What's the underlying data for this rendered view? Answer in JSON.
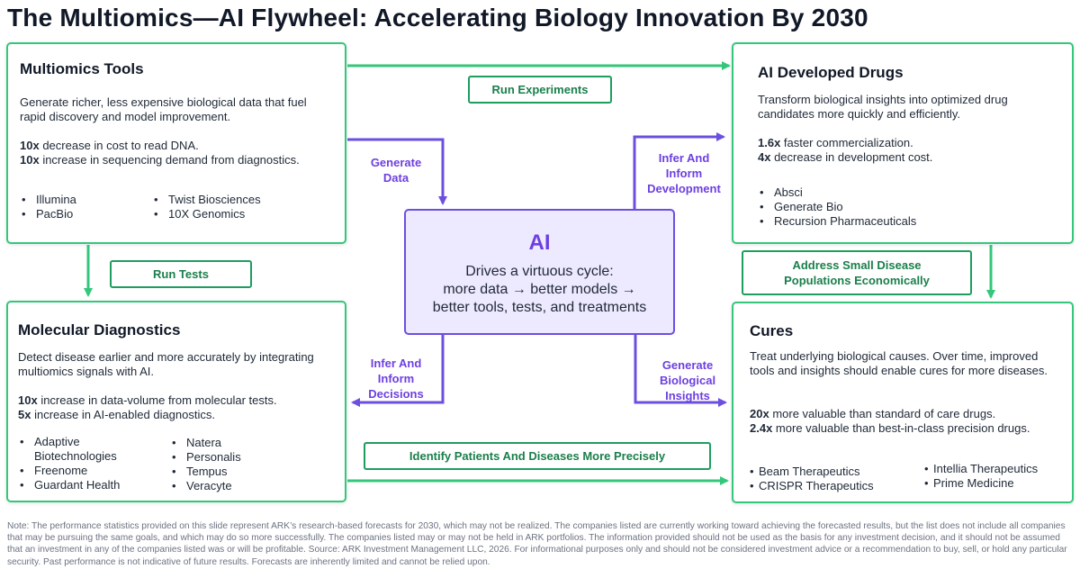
{
  "title": "The Multiomics—AI Flywheel: Accelerating Biology Innovation By 2030",
  "multiomics": {
    "heading": "Multiomics Tools",
    "desc": "Generate richer, less expensive biological data that fuel rapid discovery and model improvement.",
    "stats": [
      {
        "value": "10x",
        "text": " decrease in cost to read DNA."
      },
      {
        "value": "10x",
        "text": " increase in sequencing demand from diagnostics."
      }
    ],
    "companies_col1": [
      "Illumina",
      "PacBio"
    ],
    "companies_col2": [
      "Twist Biosciences",
      "10X Genomics"
    ]
  },
  "drugs": {
    "heading": "AI Developed Drugs",
    "desc": "Transform biological insights into optimized drug candidates more quickly and efficiently.",
    "stats": [
      {
        "value": "1.6x",
        "text": " faster commercialization."
      },
      {
        "value": "4x",
        "text": " decrease in development cost."
      }
    ],
    "companies": [
      "Absci",
      "Generate Bio",
      "Recursion Pharmaceuticals"
    ]
  },
  "diagnostics": {
    "heading": "Molecular Diagnostics",
    "desc": "Detect disease earlier and more accurately by integrating multiomics signals with AI.",
    "stats": [
      {
        "value": "10x",
        "text": " increase in data-volume from molecular tests."
      },
      {
        "value": "5x",
        "text": " increase in AI-enabled diagnostics."
      }
    ],
    "companies_col1": [
      "Adaptive Biotechnologies",
      "Freenome",
      "Guardant Health"
    ],
    "companies_col2": [
      "Natera",
      "Personalis",
      "Tempus",
      "Veracyte"
    ]
  },
  "cures": {
    "heading": "Cures",
    "desc": "Treat underlying biological causes. Over time, improved tools and insights should enable cures for more diseases.",
    "stats": [
      {
        "value": "20x",
        "text": " more valuable than standard of care drugs."
      },
      {
        "value": "2.4x",
        "text": " more valuable than best-in-class precision drugs."
      }
    ],
    "companies_col1": [
      "Beam Therapeutics",
      "CRISPR Therapeutics"
    ],
    "companies_col2": [
      "Intellia Therapeutics",
      "Prime Medicine"
    ]
  },
  "ai": {
    "title": "AI",
    "desc_line1": "Drives a virtuous cycle:",
    "desc_line2": "more data → better models →",
    "desc_line3": "better tools, tests, and treatments"
  },
  "pills": {
    "run_experiments": "Run Experiments",
    "run_tests": "Run Tests",
    "address": "Address Small Disease Populations Economically",
    "identify": "Identify Patients And Diseases More Precisely"
  },
  "flow_labels": {
    "generate_data": "Generate Data",
    "infer_development": "Infer And Inform Development",
    "infer_decisions": "Infer And Inform Decisions",
    "generate_insights": "Generate Biological Insights"
  },
  "note": "Note: The performance statistics provided on this slide represent ARK’s research-based forecasts for 2030, which may not be realized. The companies listed are currently working toward achieving the forecasted results, but the list does not include all companies that may be pursuing the same goals, and which may do so more successfully. The companies listed may or may not be held in ARK portfolios. The information provided should not be used as the basis for any investment decision, and it should not be assumed that an investment in any of the companies listed was or will be profitable. Source: ARK Investment Management LLC, 2026. For informational purposes only and should not be considered investment advice or a recommendation to buy, sell, or hold any particular security. Past performance is not indicative of future results. Forecasts are inherently limited and cannot be relied upon.",
  "colors": {
    "green": "#34c77b",
    "purple": "#6d4fe0",
    "ai_fill": "#ede9fe"
  }
}
